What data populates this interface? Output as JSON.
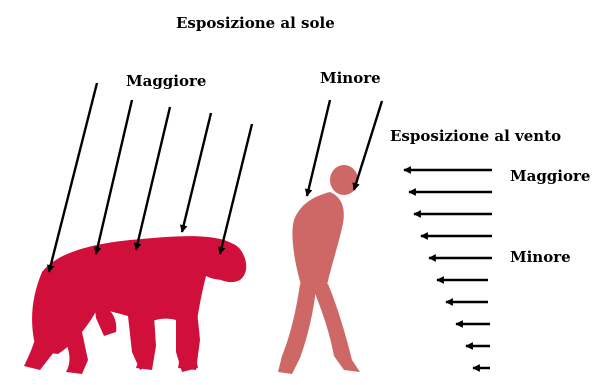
{
  "title": "Esposizione al sole",
  "sun": {
    "greater_label": "Maggiore",
    "lesser_label": "Minore"
  },
  "wind": {
    "title": "Esposizione al vento",
    "greater_label": "Maggiore",
    "lesser_label": "Minore"
  },
  "colors": {
    "quadruped": "#d0103a",
    "biped": "#cd6866",
    "arrows": "#000000"
  }
}
